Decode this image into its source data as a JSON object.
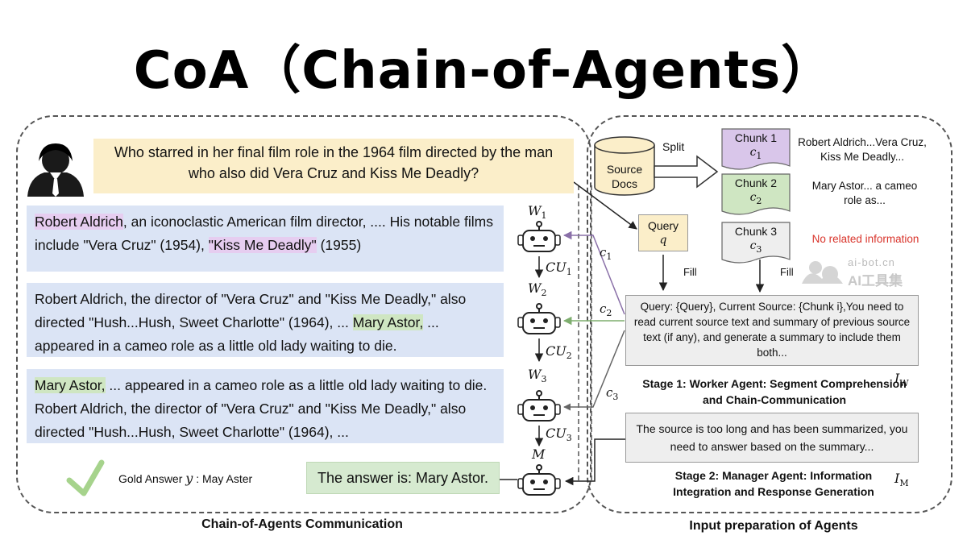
{
  "title": "CoA（Chain-of-Agents）",
  "question": "Who starred in her final film role in the 1964 film directed by the man who also did Vera Cruz and Kiss Me Deadly?",
  "passage1": {
    "hl1": "Robert Aldrich",
    "t1": ", an iconoclastic American film director, .... His notable films include \"Vera Cruz\" (1954), ",
    "hl2": "\"Kiss Me Deadly\"",
    "t2": " (1955)"
  },
  "passage2": {
    "t1": "Robert Aldrich, the director of \"Vera Cruz\" and \"Kiss Me Deadly,\" also directed \"Hush...Hush, Sweet Charlotte\" (1964), ... ",
    "hl": "Mary Astor,",
    "t2": " ... appeared in a cameo role as a little old lady waiting to die."
  },
  "passage3": {
    "hl": "Mary Astor,",
    "t1": " ... appeared in a cameo role as a little old lady waiting to die. Robert Aldrich, the director of \"Vera Cruz\" and \"Kiss Me Deadly,\" also directed \"Hush...Hush, Sweet Charlotte\" (1964), ..."
  },
  "answer": "The answer is: Mary Astor.",
  "gold": {
    "prefix": "Gold Answer ",
    "var": "y",
    "suffix": " : May Aster"
  },
  "left_caption": "Chain-of-Agents Communication",
  "right_caption": "Input preparation of Agents",
  "agents": {
    "w1": "W",
    "w1_sub": "1",
    "w2": "W",
    "w2_sub": "2",
    "w3": "W",
    "w3_sub": "3",
    "m": "M",
    "cu1": "CU",
    "cu1_sub": "1",
    "cu2": "CU",
    "cu2_sub": "2",
    "cu3": "CU",
    "cu3_sub": "3"
  },
  "chunk_labels": {
    "c": "c",
    "c1_sub": "1",
    "c2_sub": "2",
    "c3_sub": "3"
  },
  "source_docs": "Source Docs",
  "split": "Split",
  "chunks": [
    {
      "title": "Chunk 1",
      "sub": "1",
      "text": "Robert Aldrich...Vera Cruz, Kiss Me Deadly...",
      "color": "#d9c6ea"
    },
    {
      "title": "Chunk 2",
      "sub": "2",
      "text": "Mary Astor... a cameo role as...",
      "color": "#cfe6c2"
    },
    {
      "title": "Chunk 3",
      "sub": "3",
      "text": "No related information",
      "color": "#eeeeee"
    }
  ],
  "query": {
    "title": "Query",
    "var": "q"
  },
  "fill": "Fill",
  "worker_prompt": "Query: {Query}, Current Source: {Chunk i},You need to read current source text and summary of previous source text (if any), and generate a summary to include them both...",
  "stage1": "Stage 1: Worker Agent: Segment Comprehension and Chain-Communication",
  "iw": "I",
  "iw_sub": "W",
  "manager_prompt": "The source is too long and has been summarized, you need to answer based on the summary...",
  "stage2": "Stage 2: Manager Agent: Information Integration and Response Generation",
  "im": "I",
  "im_sub": "M",
  "watermark": {
    "domain": "ai-bot.cn",
    "name": "AI工具集"
  },
  "colors": {
    "query_bg": "#fbeec9",
    "passage_bg": "#dbe4f5",
    "purple": "#e6cdf0",
    "green": "#cfe6c2",
    "red": "#d9342b",
    "arrow_purple": "#8a70a8",
    "arrow_green": "#7fae6f"
  }
}
